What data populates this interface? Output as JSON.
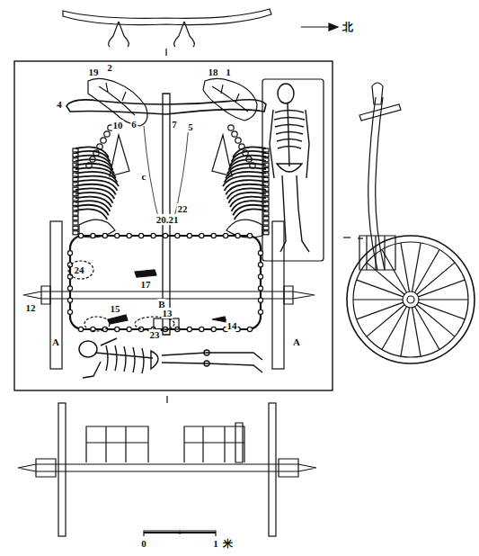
{
  "diagram": {
    "labels": [
      "北",
      "19",
      "2",
      "18",
      "1",
      "4",
      "10",
      "6",
      "7",
      "5",
      "c",
      "22",
      "20.21",
      "24",
      "17",
      "12",
      "A",
      "B",
      "15",
      "13",
      "23",
      "14",
      "A",
      "0",
      "1",
      "米"
    ]
  }
}
